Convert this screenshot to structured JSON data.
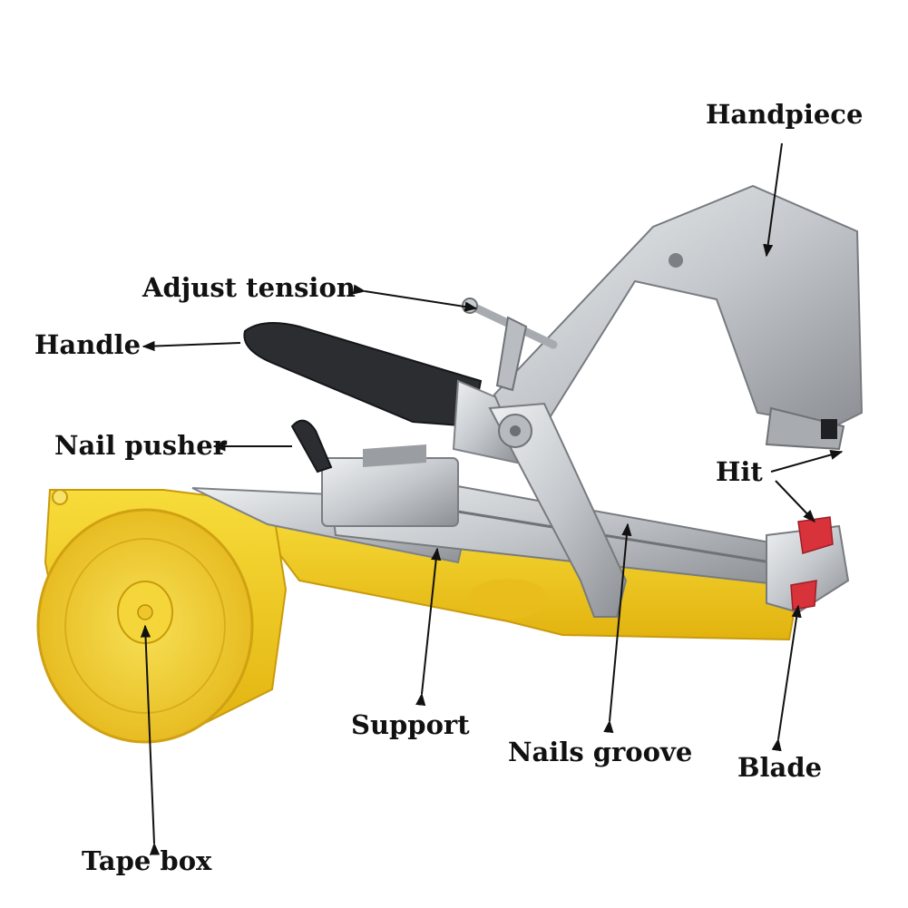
{
  "labels": {
    "handpiece": "Handpiece",
    "adjust_tension": "Adjust tension",
    "handle": "Handle",
    "nail_pusher": "Nail pusher",
    "hit": "Hit",
    "support": "Support",
    "nails_groove": "Nails groove",
    "blade": "Blade",
    "tape_box": "Tape box"
  },
  "colors": {
    "tape_box": "#f2cf1e",
    "tape_body": "#e8b814",
    "metal": "#c9cccf",
    "metal_dark": "#8d9196",
    "handle": "#2b2d31",
    "blade": "#d8323a",
    "label_text": "#111111"
  }
}
